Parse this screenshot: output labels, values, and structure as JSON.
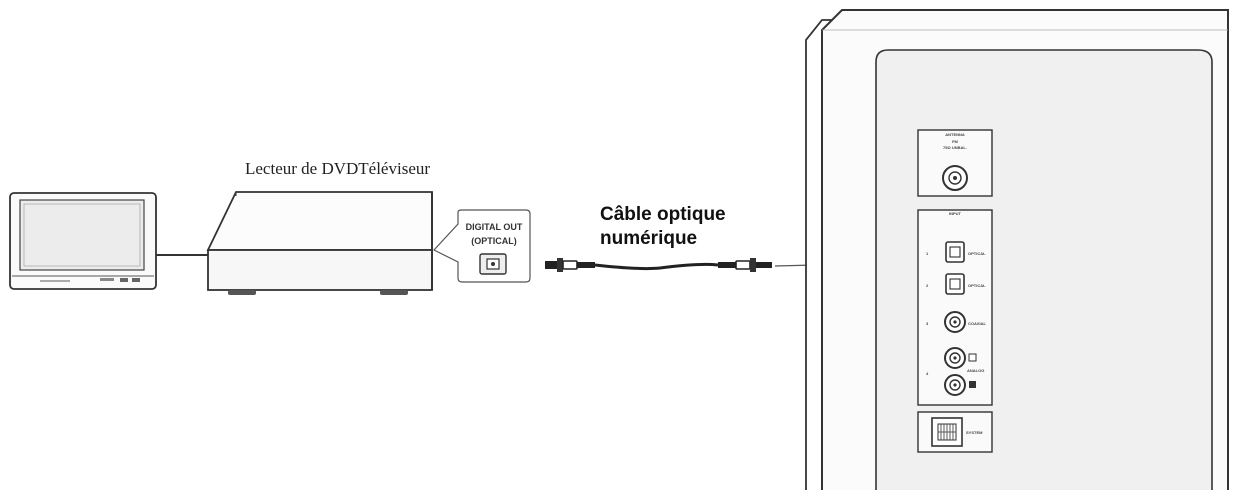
{
  "labels": {
    "device": "Lecteur de DVDTéléviseur",
    "cable_line1": "Câble optique",
    "cable_line2": "numérique",
    "port_line1": "DIGITAL OUT",
    "port_line2": "(OPTICAL)"
  },
  "speaker_panel": {
    "antenna_title": "ANTENNA",
    "antenna_sub1": "FM",
    "antenna_sub2": "75Ω UNBAL.",
    "input_title": "INPUT",
    "inputs": [
      {
        "num": "1",
        "label": "OPTICAL"
      },
      {
        "num": "2",
        "label": "OPTICAL"
      },
      {
        "num": "3",
        "label": "COAXIAL"
      },
      {
        "num": "4",
        "label": "ANALOG"
      }
    ],
    "bottom_label": "SYSTEM"
  },
  "colors": {
    "line": "#333333",
    "panel_fill": "#f2f2f2",
    "device_fill": "#fafafa",
    "tv_screen": "#e8e8e8"
  }
}
